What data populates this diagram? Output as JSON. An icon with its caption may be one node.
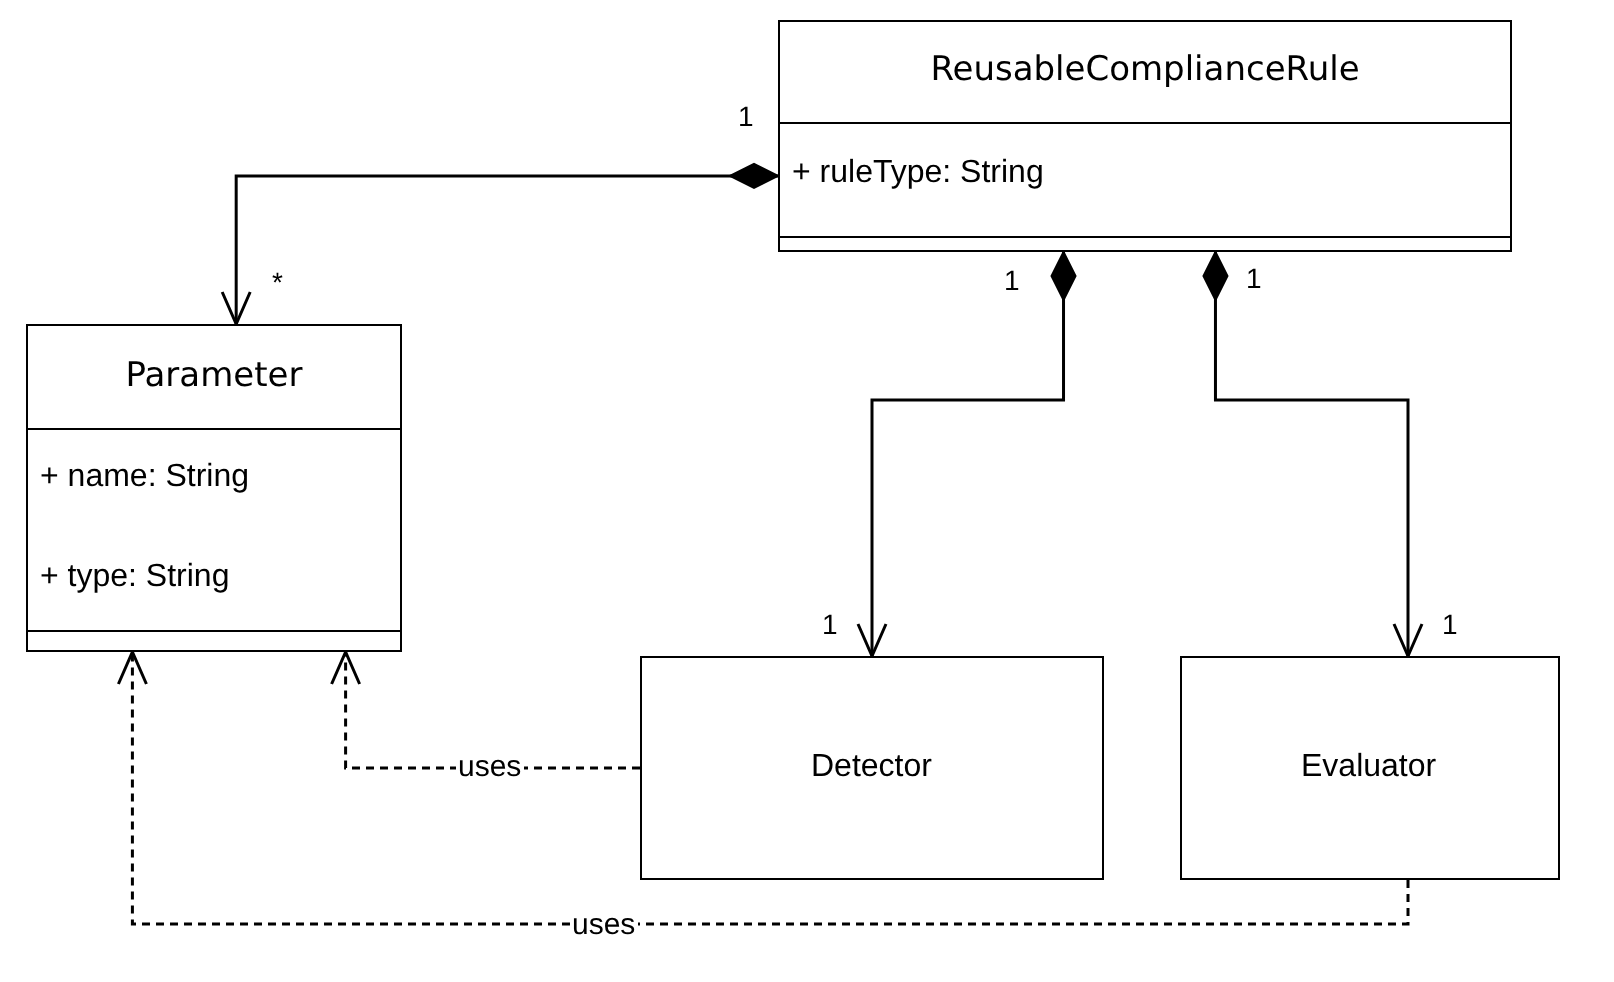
{
  "diagram": {
    "nodes": [
      {
        "text": [
          "ReusableComplianceRule",
          "+ ruleType: String"
        ]
      },
      {
        "text": [
          "Parameter",
          "+ name: String",
          "+ type: String"
        ]
      },
      {
        "text": [
          "Detector"
        ]
      },
      {
        "text": [
          "Evaluator"
        ]
      }
    ],
    "edges": [
      {
        "from": 0,
        "to": 1,
        "arrow": "to"
      },
      {
        "from": 0,
        "to": 2,
        "arrow": "to"
      },
      {
        "from": 0,
        "to": 3,
        "arrow": "to"
      },
      {
        "from": 2,
        "to": 1,
        "arrow": "to",
        "label": "uses",
        "style": "dashed"
      },
      {
        "from": 3,
        "to": 1,
        "arrow": "to",
        "label": "uses",
        "style": "dashed"
      }
    ],
    "labels": [
      "1",
      "*",
      "1",
      "1",
      "1",
      "1"
    ]
  }
}
